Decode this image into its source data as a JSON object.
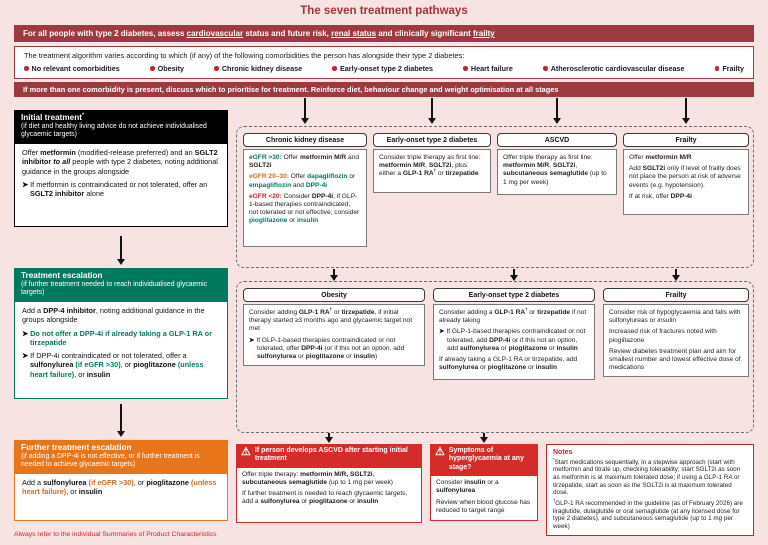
{
  "palette": {
    "background": "#f6e3e2",
    "maroon_banner": "#9d3a40",
    "alert_red": "#d42b2b",
    "accent_red_text": "#c0272d",
    "green": "#00795f",
    "orange": "#e8751a",
    "amber_text": "#d2691e",
    "black": "#000000"
  },
  "icons": {
    "warning": "⚠",
    "arrow_marker": "➤",
    "bullet": "●",
    "arrowhead": "▼"
  },
  "page": {
    "title": "The seven treatment pathways",
    "footer": "Always refer to the individual Summaries of Product Characteristics"
  },
  "assess_banner": {
    "rich": [
      {
        "t": "For all people with type 2 diabetes, assess "
      },
      {
        "t": "cardiovascular",
        "c": "u",
        "n": "link-cardiovascular",
        "x": true
      },
      {
        "t": " status and future risk, "
      },
      {
        "t": "renal status",
        "c": "u",
        "n": "link-renal-status",
        "x": true
      },
      {
        "t": " and clinically significant "
      },
      {
        "t": "frailty",
        "c": "u",
        "n": "link-frailty",
        "x": true
      }
    ]
  },
  "comorbidities": {
    "intro": "The treatment algorithm varies according to which (if any) of the following comorbidities the person has alongside their type 2 diabetes:",
    "items": [
      "No relevant comorbidities",
      "Obesity",
      "Chronic kidney disease",
      "Early-onset type 2 diabetes",
      "Heart failure",
      "Atherosclerotic cardiovascular disease",
      "Frailty"
    ]
  },
  "priority_banner": {
    "text": "If more than one comorbidity is present, discuss which to prioritise for treatment. Reinforce diet, behaviour change and weight optimisation at all stages"
  },
  "initial": {
    "title_rich": [
      {
        "t": "Initial treatment"
      },
      {
        "t": "*",
        "c": "sup"
      }
    ],
    "subtitle": "(if diet and healthy living advice do not achieve individualised glycaemic targets)",
    "body": [
      [
        {
          "t": "Offer "
        },
        {
          "t": "metformin",
          "c": "b"
        },
        {
          "t": " (modified-release preferred) and an "
        },
        {
          "t": "SGLT2 inhibitor",
          "c": "b"
        },
        {
          "t": " "
        },
        {
          "t": "to all",
          "c": "b i"
        },
        {
          "t": " people with type 2 diabetes, noting additional guidance in the groups alongside"
        }
      ],
      [
        {
          "t": "➤ ",
          "c": "mk"
        },
        {
          "t": "If metformin is contraindicated or not tolerated, offer an "
        },
        {
          "t": "SGLT2 inhibitor",
          "c": "b"
        },
        {
          "t": " alone"
        }
      ]
    ]
  },
  "pathways_row1": {
    "ckd": {
      "header": "Chronic kidney disease",
      "body": [
        [
          {
            "t": "eGFR >30:",
            "c": "b g"
          },
          {
            "t": " Offer "
          },
          {
            "t": "metformin M/R",
            "c": "b"
          },
          {
            "t": " and "
          },
          {
            "t": "SGLT2i",
            "c": "b"
          }
        ],
        [
          {
            "t": "eGFR 20–30:",
            "c": "b o"
          },
          {
            "t": " Offer "
          },
          {
            "t": "dapagliflozin",
            "c": "b g"
          },
          {
            "t": " or "
          },
          {
            "t": "empagliflozin",
            "c": "b g"
          },
          {
            "t": " and "
          },
          {
            "t": "DPP-4i",
            "c": "b g"
          }
        ],
        [
          {
            "t": "eGFR <20:",
            "c": "b r"
          },
          {
            "t": " Consider "
          },
          {
            "t": "DPP-4i",
            "c": "b"
          },
          {
            "t": "; if GLP-1-based therapies contraindicated, not tolerated or not effective, consider "
          },
          {
            "t": "pioglitazone",
            "c": "b g"
          },
          {
            "t": " or "
          },
          {
            "t": "insulin",
            "c": "b g"
          }
        ]
      ]
    },
    "early_onset": {
      "header": "Early-onset type 2 diabetes",
      "body": [
        [
          {
            "t": "Consider triple therapy as first line: "
          },
          {
            "t": "metformin M/R",
            "c": "b"
          },
          {
            "t": ", "
          },
          {
            "t": "SGLT2i",
            "c": "b"
          },
          {
            "t": ", plus either a "
          },
          {
            "t": "GLP-1 RA",
            "c": "b"
          },
          {
            "t": "†",
            "c": "b sup"
          },
          {
            "t": " or "
          },
          {
            "t": "tirzepatide",
            "c": "b"
          }
        ]
      ]
    },
    "ascvd": {
      "header": "ASCVD",
      "body": [
        [
          {
            "t": "Offer triple therapy as first line: "
          },
          {
            "t": "metformin M/R",
            "c": "b"
          },
          {
            "t": ", "
          },
          {
            "t": "SGLT2i",
            "c": "b"
          },
          {
            "t": ", "
          },
          {
            "t": "subcutaneous semaglutide",
            "c": "b"
          },
          {
            "t": " (up to 1 mg per week)"
          }
        ]
      ]
    },
    "frailty": {
      "header": "Frailty",
      "body": [
        [
          {
            "t": "Offer "
          },
          {
            "t": "metformin M/R",
            "c": "b"
          }
        ],
        [
          {
            "t": "Add "
          },
          {
            "t": "SGLT2i",
            "c": "b"
          },
          {
            "t": " only if level of frailty does not place the person at risk of adverse events (e.g. hypotension)."
          }
        ],
        [
          {
            "t": "If at risk, offer "
          },
          {
            "t": "DPP-4i",
            "c": "b"
          }
        ]
      ]
    }
  },
  "escalation": {
    "title": "Treatment escalation",
    "subtitle": "(if further treatment needed to reach individualised glycaemic targets)",
    "body": [
      [
        {
          "t": "Add a "
        },
        {
          "t": "DPP-4 inhibitor",
          "c": "b"
        },
        {
          "t": ", noting additional guidance in the groups alongside"
        }
      ],
      [
        {
          "t": "➤ ",
          "c": "mk"
        },
        {
          "t": "Do not offer a DPP-4i if already taking a GLP-1 RA or tirzepatide",
          "c": "b g"
        }
      ],
      [
        {
          "t": "➤ ",
          "c": "mk"
        },
        {
          "t": "If DPP-4i contraindicated or not tolerated, offer a "
        },
        {
          "t": "sulfonylurea",
          "c": "b"
        },
        {
          "t": " "
        },
        {
          "t": "(if eGFR >30)",
          "c": "b g"
        },
        {
          "t": ", or "
        },
        {
          "t": "pioglitazone",
          "c": "b"
        },
        {
          "t": " "
        },
        {
          "t": "(unless heart failure)",
          "c": "b g"
        },
        {
          "t": ", or "
        },
        {
          "t": "insulin",
          "c": "b"
        }
      ]
    ]
  },
  "pathways_row2": {
    "obesity": {
      "header": "Obesity",
      "body": [
        [
          {
            "t": "Consider adding "
          },
          {
            "t": "GLP-1 RA",
            "c": "b"
          },
          {
            "t": "†",
            "c": "b sup"
          },
          {
            "t": " or "
          },
          {
            "t": "tirzepatide",
            "c": "b"
          },
          {
            "t": ", if initial therapy started ≥3 months ago and glycaemic target not met"
          }
        ],
        [
          {
            "t": "➤ ",
            "c": "mk"
          },
          {
            "t": "If GLP-1-based therapies contraindicated or not tolerated, offer "
          },
          {
            "t": "DPP-4i",
            "c": "b"
          },
          {
            "t": " (or if this not an option, add "
          },
          {
            "t": "sulfonylurea",
            "c": "b"
          },
          {
            "t": " or "
          },
          {
            "t": "pioglitazone",
            "c": "b"
          },
          {
            "t": " or "
          },
          {
            "t": "insulin",
            "c": "b"
          },
          {
            "t": ")"
          }
        ]
      ]
    },
    "early_onset": {
      "header": "Early-onset type 2 diabetes",
      "body": [
        [
          {
            "t": "Consider adding a "
          },
          {
            "t": "GLP-1 RA",
            "c": "b"
          },
          {
            "t": "†",
            "c": "b sup"
          },
          {
            "t": " or "
          },
          {
            "t": "tirzepatide",
            "c": "b"
          },
          {
            "t": " if not already taking"
          }
        ],
        [
          {
            "t": "➤ ",
            "c": "mk"
          },
          {
            "t": "If GLP-1-based therapies contraindicated or not tolerated, add "
          },
          {
            "t": "DPP-4i",
            "c": "b"
          },
          {
            "t": " or if this not an option, add "
          },
          {
            "t": "sulfonylurea",
            "c": "b"
          },
          {
            "t": " or "
          },
          {
            "t": "pioglitazone",
            "c": "b"
          },
          {
            "t": " or "
          },
          {
            "t": "insulin",
            "c": "b"
          }
        ],
        [
          {
            "t": "If already taking a GLP-1 RA or tirzepatide, add "
          },
          {
            "t": "sulfonylurea",
            "c": "b"
          },
          {
            "t": " or "
          },
          {
            "t": "pioglitazone",
            "c": "b"
          },
          {
            "t": " or "
          },
          {
            "t": "insulin",
            "c": "b"
          }
        ]
      ]
    },
    "frailty": {
      "header": "Frailty",
      "body": [
        [
          {
            "t": "Consider risk of hypoglycaemia and falls with sulfonylureas or insulin"
          }
        ],
        [
          {
            "t": "Increased risk of fractures noted with pioglitazone"
          }
        ],
        [
          {
            "t": "Review diabetes treatment plan and aim for smallest number and lowest effective dose of medications"
          }
        ]
      ]
    }
  },
  "further_escalation": {
    "title": "Further treatment escalation",
    "subtitle": "(if adding a DPP-4i is not effective, or if further treatment is needed to achieve glycaemic targets)",
    "body": [
      [
        {
          "t": "Add a "
        },
        {
          "t": "sulfonylurea",
          "c": "b"
        },
        {
          "t": " "
        },
        {
          "t": "(if eGFR >30)",
          "c": "b o"
        },
        {
          "t": ", or "
        },
        {
          "t": "pioglitazone",
          "c": "b"
        },
        {
          "t": " "
        },
        {
          "t": "(unless heart failure)",
          "c": "b o"
        },
        {
          "t": ", or "
        },
        {
          "t": "insulin",
          "c": "b"
        }
      ]
    ]
  },
  "ascvd_alert": {
    "title": "If person develops ASCVD after starting initial treatment",
    "body": [
      [
        {
          "t": "Offer triple therapy: "
        },
        {
          "t": "metformin M/R, SGLT2i",
          "c": "b"
        },
        {
          "t": ", "
        },
        {
          "t": "subcutaneous semaglutide",
          "c": "b"
        },
        {
          "t": " (up to 1 mg per week)"
        }
      ],
      [
        {
          "t": "If further treatment is needed to reach glycaemic targets, add a "
        },
        {
          "t": "sulfonylurea",
          "c": "b"
        },
        {
          "t": " or "
        },
        {
          "t": "pioglitazone",
          "c": "b"
        },
        {
          "t": " or "
        },
        {
          "t": "insulin",
          "c": "b"
        }
      ]
    ]
  },
  "hyperglycaemia_alert": {
    "title": "Symptoms of hyperglycaemia at any stage?",
    "body": [
      [
        {
          "t": "Consider "
        },
        {
          "t": "insulin",
          "c": "b"
        },
        {
          "t": " or a "
        },
        {
          "t": "sulfonylurea",
          "c": "b"
        }
      ],
      [
        {
          "t": "Review when blood glucose has reduced to target range"
        }
      ]
    ]
  },
  "notes": {
    "title": "Notes",
    "items": [
      [
        {
          "t": "*",
          "c": "sup"
        },
        {
          "t": "Start medications sequentially, in a stepwise approach (start with metformin and titrate up, checking tolerability; start SGLT2i as soon as metformin is at maximum tolerated dose; if using a GLP-1 RA or tirzepatide, start as soon as the SGLT2i is at maximum tolerated dose."
        }
      ],
      [
        {
          "t": "†",
          "c": "sup"
        },
        {
          "t": "GLP-1 RA recommended in the guideline (as of February 2026) are liraglutide, dulaglutide or oral semaglutide (at any licensed dose for type 2 diabetes), and subcutaneous semaglutide (up to 1 mg per week)"
        }
      ]
    ]
  }
}
